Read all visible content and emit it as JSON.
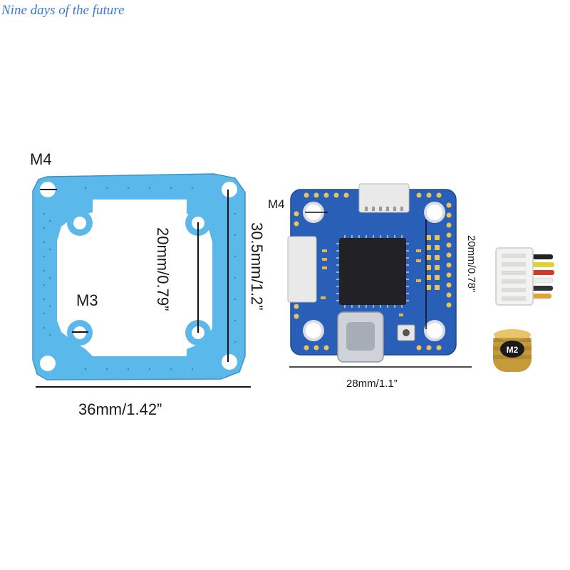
{
  "watermark": "Nine days of the future",
  "frame_labels": {
    "m4": "M4",
    "m3": "M3",
    "width": "36mm/1.42”",
    "inner_spacing": "20mm/0.79”",
    "outer_spacing": "30.5mm/1.2”"
  },
  "board_labels": {
    "m4": "M4",
    "width": "28mm/1.1”",
    "spacing": "20mm/0.78”"
  },
  "nut_label": "M2",
  "colors": {
    "frame_blue": "#58b6e8",
    "board_blue": "#2a5fb8",
    "pad_gold": "#e8c25a",
    "chip": "#222226"
  }
}
